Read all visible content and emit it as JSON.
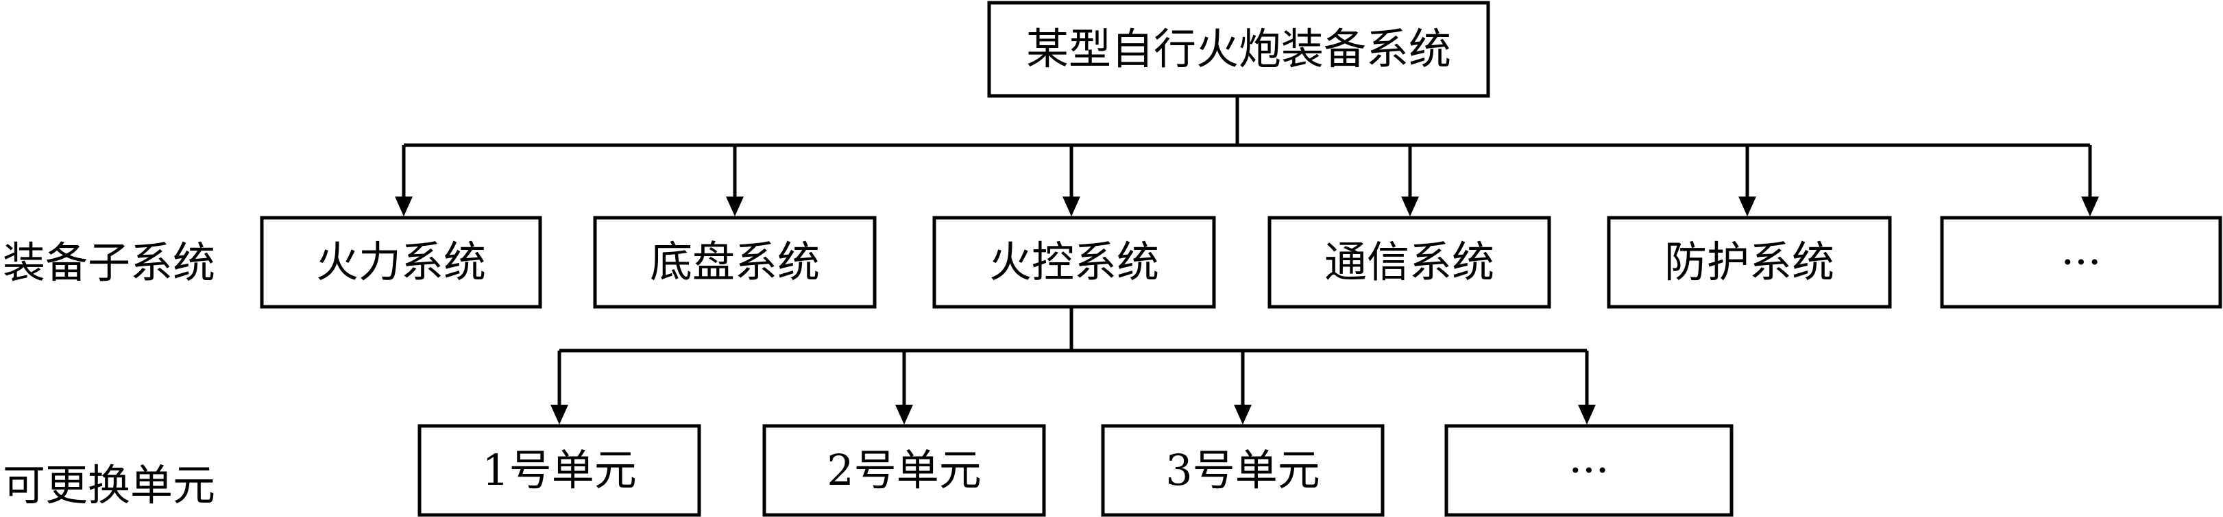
{
  "diagram": {
    "root": {
      "label": "某型自行火炮装备系统"
    },
    "row_labels": {
      "subsystems": "装备子系统",
      "units": "可更换单元"
    },
    "subsystems": [
      {
        "label": "火力系统"
      },
      {
        "label": "底盘系统"
      },
      {
        "label": "火控系统"
      },
      {
        "label": "通信系统"
      },
      {
        "label": "防护系统"
      },
      {
        "label": "···"
      }
    ],
    "units": [
      {
        "label": "1号单元"
      },
      {
        "label": "2号单元"
      },
      {
        "label": "3号单元"
      },
      {
        "label": "···"
      }
    ],
    "line_color": "#000000"
  }
}
